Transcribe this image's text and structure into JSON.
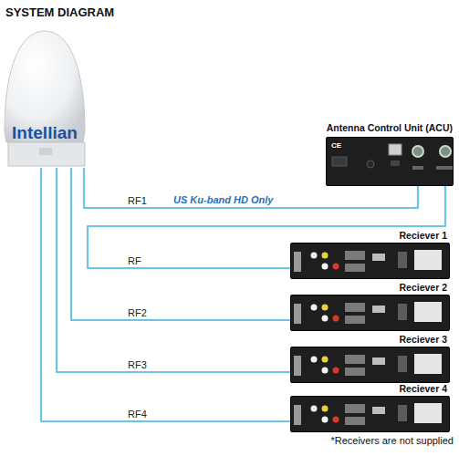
{
  "diagram": {
    "title": "SYSTEM DIAGRAM",
    "nodes": [
      {
        "text": [
          "Intellian"
        ]
      },
      {
        "text": [
          "Antenna Control Unit (ACU)"
        ]
      },
      {
        "text": [
          "Reciever 1"
        ]
      },
      {
        "text": [
          "Reciever 2"
        ]
      },
      {
        "text": [
          "Reciever 3"
        ]
      },
      {
        "text": [
          "Reciever 4"
        ]
      }
    ],
    "edges": [
      {
        "from": 0,
        "to": 1,
        "label": "RF1",
        "arrow": "none"
      },
      {
        "from": 1,
        "to": 2,
        "label": "RF",
        "arrow": "none"
      },
      {
        "from": 0,
        "to": 3,
        "label": "RF2",
        "arrow": "none"
      },
      {
        "from": 0,
        "to": 4,
        "label": "RF3",
        "arrow": "none"
      },
      {
        "from": 0,
        "to": 5,
        "label": "RF4",
        "arrow": "none"
      }
    ],
    "labels": [
      "US Ku-band HD Only",
      "CE",
      "*Receivers are not supplied"
    ]
  }
}
